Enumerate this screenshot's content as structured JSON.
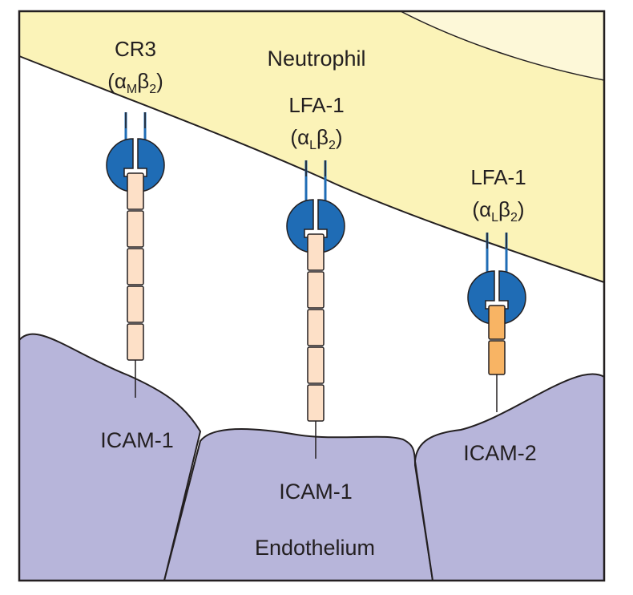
{
  "colors": {
    "neutrophil": "#fbf3b8",
    "neutrophil_nucleus": "#fdf8d8",
    "endothelium": "#b7b5da",
    "integrin": "#1f6cb5",
    "icam1_domain": "#fde0c7",
    "icam2_domain": "#f8b464",
    "outline": "#231f20"
  },
  "labels": {
    "neutrophil": "Neutrophil",
    "endothelium": "Endothelium"
  },
  "integrins": [
    {
      "name": "CR3",
      "alpha_sub": "M"
    },
    {
      "name": "LFA-1",
      "alpha_sub": "L"
    },
    {
      "name": "LFA-1",
      "alpha_sub": "L"
    }
  ],
  "integrin_symbols": {
    "alpha": "α",
    "beta": "β",
    "beta_sub": "2"
  },
  "icams": [
    {
      "name": "ICAM-1",
      "domain_count": 5
    },
    {
      "name": "ICAM-1",
      "domain_count": 5
    },
    {
      "name": "ICAM-2",
      "domain_count": 2
    }
  ]
}
